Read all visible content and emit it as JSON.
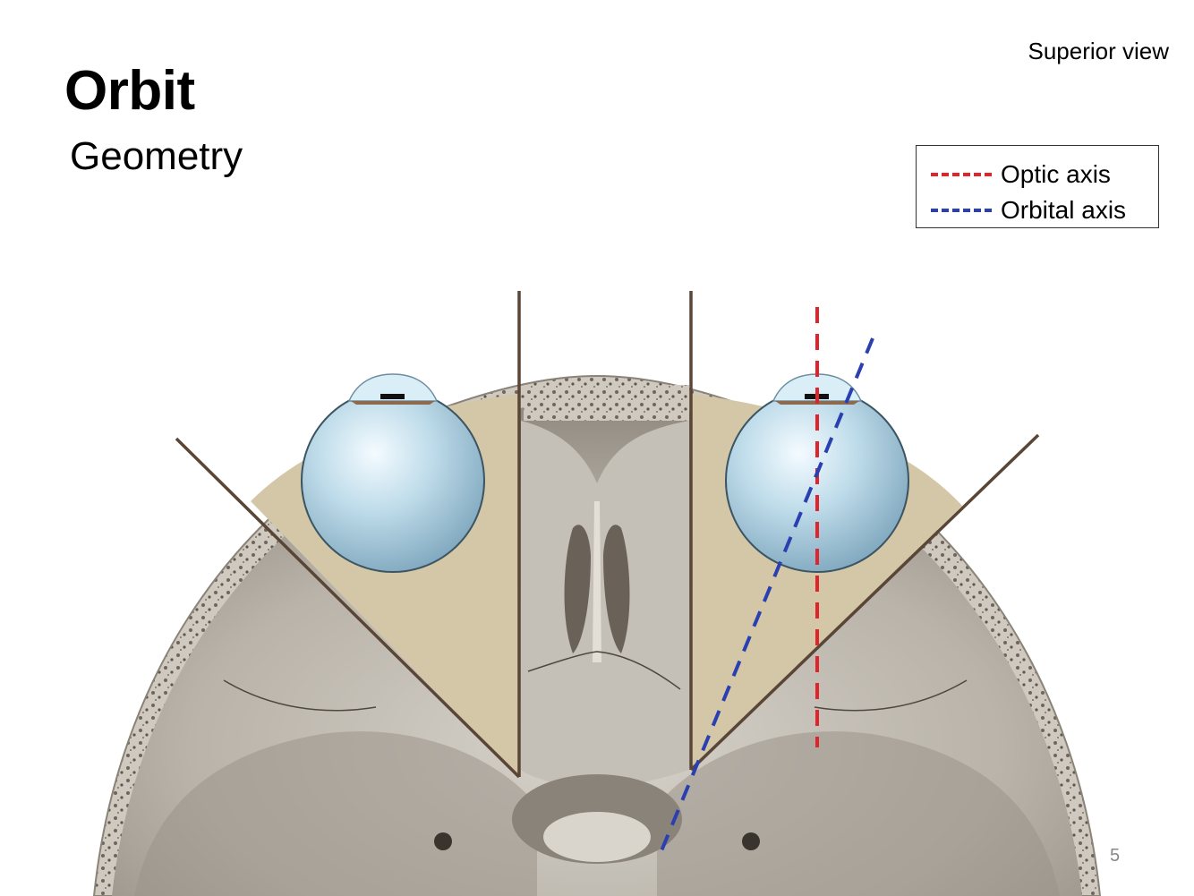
{
  "slide": {
    "title": "Orbit",
    "subtitle": "Geometry",
    "view_label": "Superior view",
    "page_number": "5"
  },
  "legend": {
    "items": [
      {
        "label": "Optic axis",
        "color": "#e0242b"
      },
      {
        "label": "Orbital axis",
        "color": "#2a3fb0"
      }
    ]
  },
  "colors": {
    "orbit_cone_fill": "#d4c7a8",
    "orbit_wall_line": "#5a4636",
    "skull_bone": "#b8b2a8",
    "eyeball": "#a9cfe0"
  }
}
